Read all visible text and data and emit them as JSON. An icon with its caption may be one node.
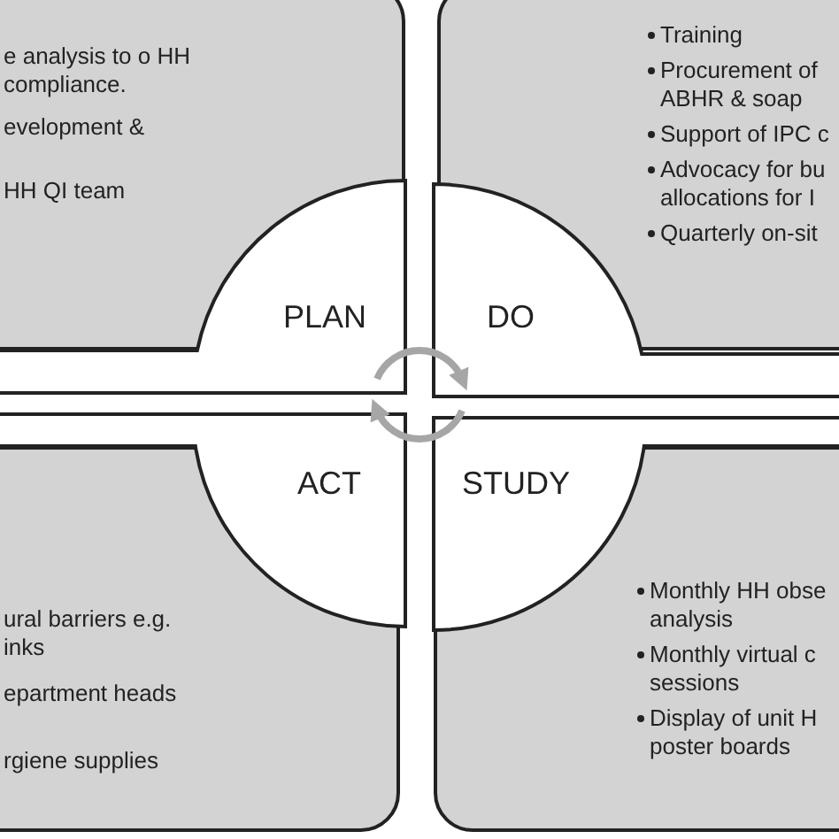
{
  "diagram": {
    "nodes": [
      {
        "text": [
          "e analysis to o HH compliance.",
          "evelopment &",
          "HH QI team"
        ]
      },
      {
        "text": [
          "Training",
          "Procurement of ABHR & soap",
          "Support of IPC c",
          "Advocacy for bu allocations for I",
          "Quarterly on-sit"
        ]
      },
      {
        "text": [
          "ural barriers e.g. inks",
          "epartment heads",
          "rgiene supplies"
        ]
      },
      {
        "text": [
          "Monthly HH obse analysis",
          "Monthly virtual c sessions",
          "Display of unit H poster boards"
        ]
      },
      {
        "text": [
          "PLAN"
        ]
      },
      {
        "text": [
          "DO"
        ]
      },
      {
        "text": [
          "ACT"
        ]
      },
      {
        "text": [
          "STUDY"
        ]
      }
    ],
    "edges": [
      {
        "from": 4,
        "to": 5,
        "arrow": "to",
        "color": "#a6a6a6"
      },
      {
        "from": 7,
        "to": 6,
        "arrow": "to",
        "color": "#a6a6a6"
      }
    ]
  }
}
